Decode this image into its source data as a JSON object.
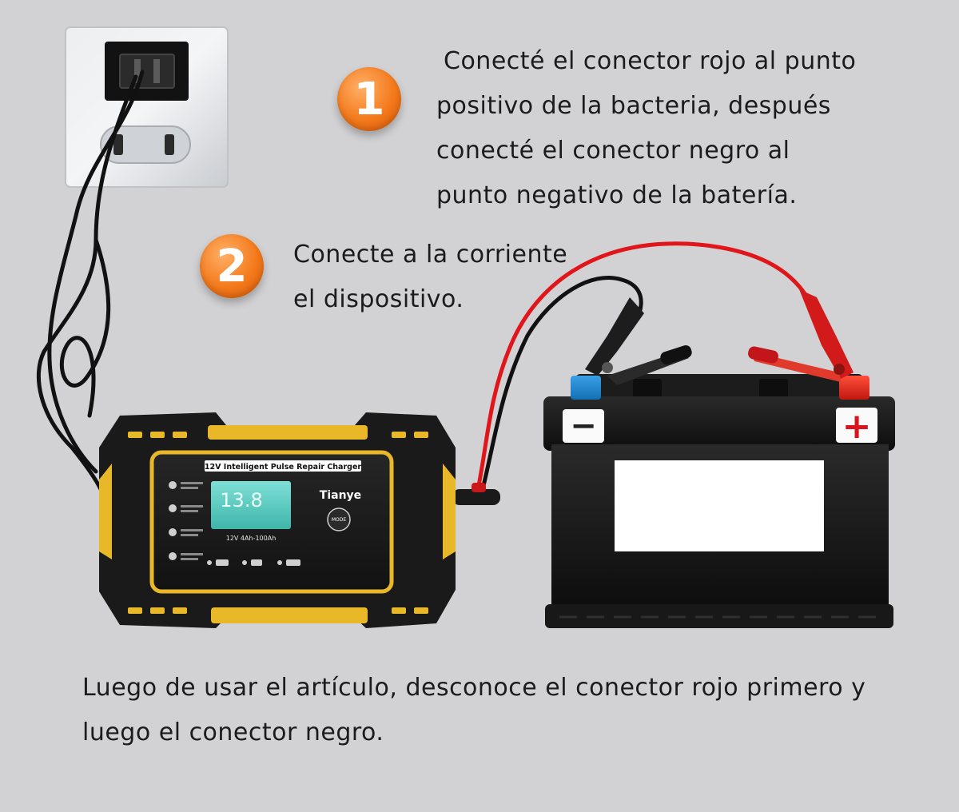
{
  "step1": {
    "number": "1",
    "lines": [
      "Conecté el conector rojo al punto",
      "positivo de la bacteria, después",
      "conecté el conector negro al",
      "punto negativo de la batería."
    ]
  },
  "step2": {
    "number": "2",
    "lines": [
      "Conecte a la corriente",
      "el dispositivo."
    ]
  },
  "final_note": {
    "lines": [
      "Luego de usar el artículo, desconoce el conector rojo primero y",
      "luego el conector negro."
    ]
  },
  "charger": {
    "title": "12V Intelligent Pulse Repair Charger",
    "brand": "Tianye",
    "display_value": "13.8",
    "spec": "12V  4Ah-100Ah",
    "mode_label": "MODE"
  },
  "battery": {
    "negative_symbol": "−",
    "positive_symbol": "+"
  },
  "colors": {
    "background": "#d2d2d4",
    "badge": "#f47a1c",
    "charger_yellow": "#e8b828",
    "red_cable": "#e0161b",
    "lcd": "#5ad1c6"
  }
}
